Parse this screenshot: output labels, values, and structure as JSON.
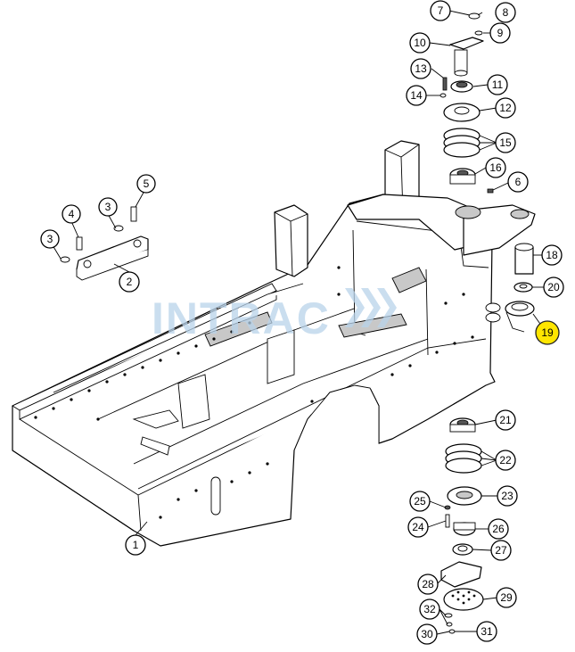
{
  "watermark": "INTRAC",
  "highlight_color": "#ffe600",
  "callouts": [
    "1",
    "2",
    "3",
    "3",
    "4",
    "5",
    "6",
    "7",
    "8",
    "9",
    "10",
    "11",
    "12",
    "13",
    "14",
    "15",
    "16",
    "18",
    "19",
    "20",
    "21",
    "22",
    "23",
    "24",
    "25",
    "26",
    "27",
    "28",
    "29",
    "30",
    "31",
    "32"
  ],
  "highlighted_callout": "19"
}
